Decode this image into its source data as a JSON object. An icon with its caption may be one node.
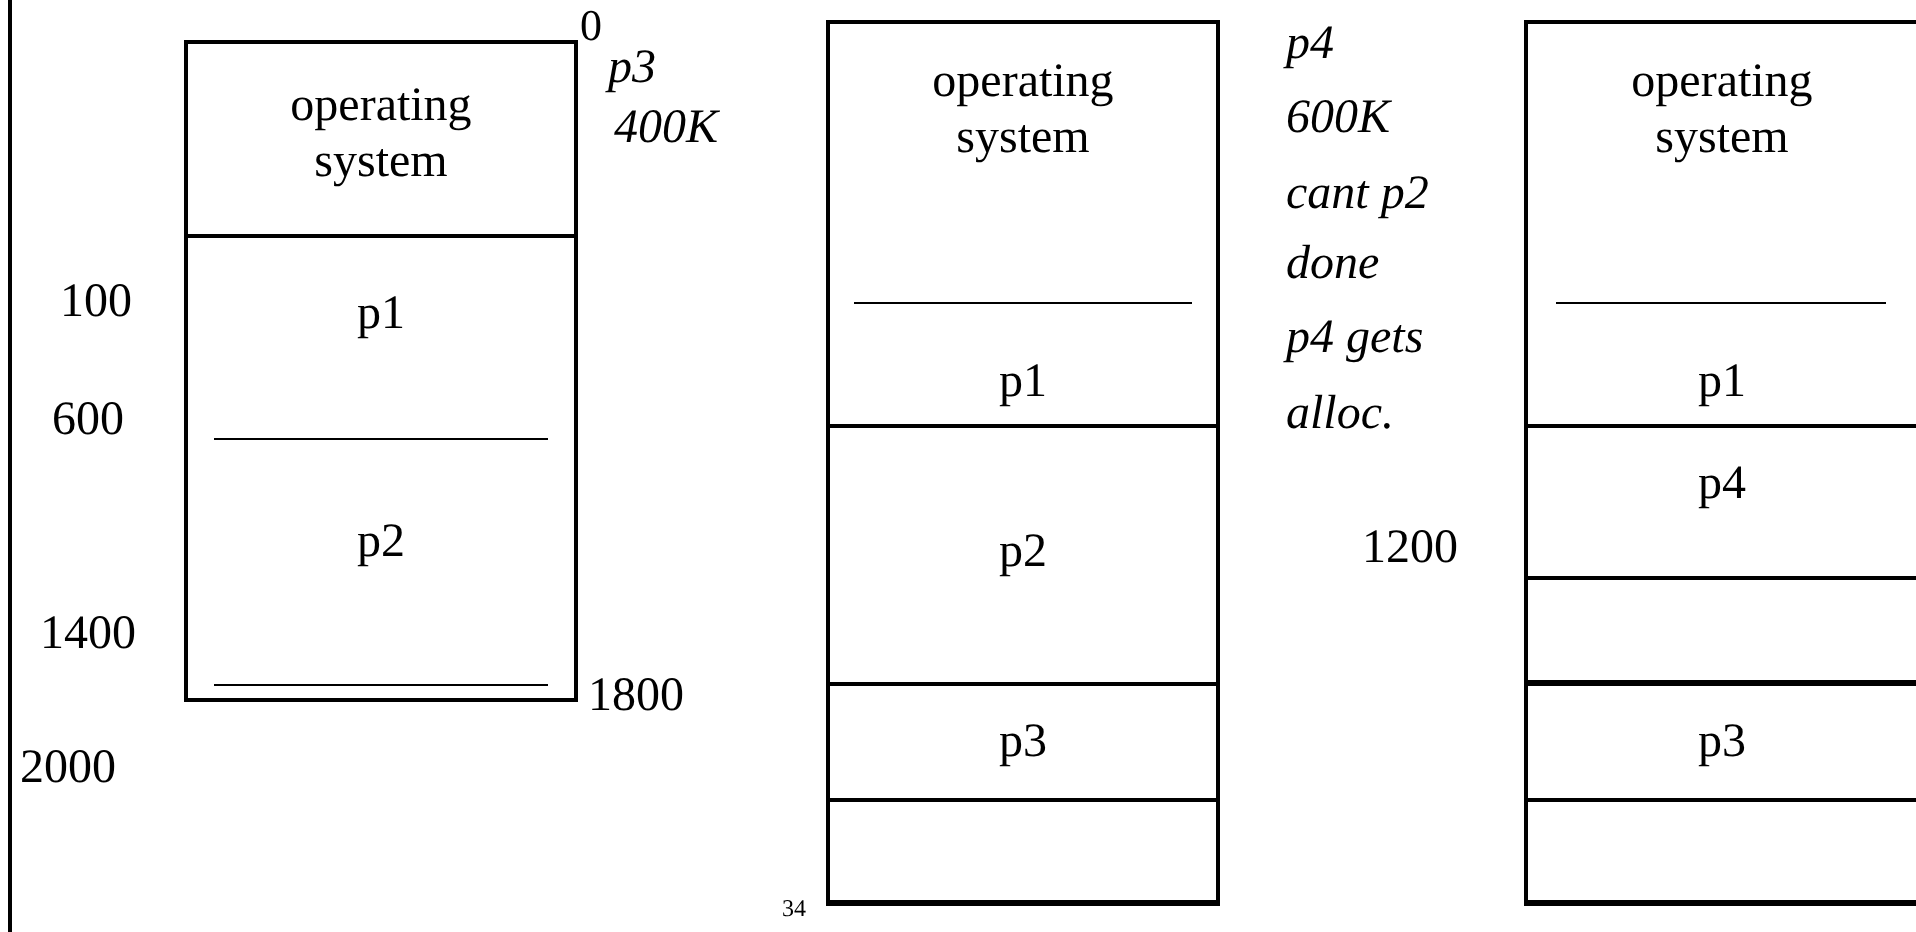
{
  "diagram": {
    "nodes": [
      {
        "text": [
          "operating system"
        ]
      },
      {
        "text": [
          "p1"
        ]
      },
      {
        "text": [
          "p2"
        ]
      },
      {
        "text": [
          "operating system"
        ]
      },
      {
        "text": [
          "p1"
        ]
      },
      {
        "text": [
          "p2"
        ]
      },
      {
        "text": [
          "p3"
        ]
      },
      {
        "text": [],
        "shape": "box"
      },
      {
        "text": [
          "operating system"
        ]
      },
      {
        "text": [
          "p1"
        ]
      },
      {
        "text": [
          "p4"
        ]
      },
      {
        "text": [],
        "shape": "box"
      },
      {
        "text": [
          "p3"
        ]
      },
      {
        "text": [],
        "shape": "box"
      }
    ],
    "labels": [
      "0",
      "p3",
      "400K",
      "p4",
      "600K",
      "cant p2",
      "done",
      "p4 gets",
      "alloc.",
      "100",
      "600",
      "1200",
      "1400",
      "1800",
      "2000",
      "34"
    ]
  }
}
